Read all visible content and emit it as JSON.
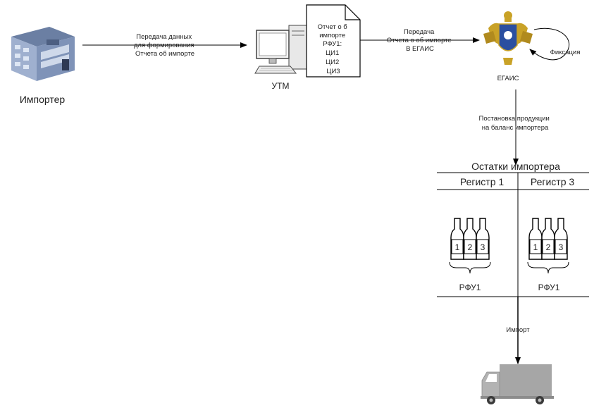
{
  "importer": {
    "label": "Импортер"
  },
  "utm": {
    "label": "УТМ"
  },
  "egais": {
    "label": "ЕГАИС"
  },
  "document": {
    "lines": [
      "Отчет о б",
      "импорте",
      "РФУ1:",
      "ЦИ1",
      "ЦИ2",
      "ЦИ3"
    ]
  },
  "edges": {
    "importer_to_utm": [
      "Передача данных",
      "для формирования",
      "Отчета об импорте"
    ],
    "utm_to_egais": [
      "Передача",
      "Отчета о об импорте",
      "В ЕГАИС"
    ],
    "fixation": "Фиксация",
    "egais_to_balance": [
      "Постановка продукции",
      "на баланс импортера"
    ],
    "import": "Импорт"
  },
  "balance": {
    "title": "Остатки импортера",
    "registers": [
      {
        "name": "Регистр 1",
        "group_label": "РФУ1",
        "bottles": [
          "1",
          "2",
          "3"
        ]
      },
      {
        "name": "Регистр 3",
        "group_label": "РФУ1",
        "bottles": [
          "1",
          "2",
          "3"
        ]
      }
    ]
  },
  "colors": {
    "truck_body": "#a6a6a6",
    "truck_cab": "#b3b3b3",
    "building_roof": "#6b7fa3",
    "building_wall": "#8fa3c4",
    "emblem_gold": "#c9a227",
    "emblem_blue": "#2b4fa0"
  },
  "icons": [
    "building-icon",
    "computer-icon",
    "document-icon",
    "emblem-icon",
    "bottle-icon",
    "truck-icon"
  ]
}
